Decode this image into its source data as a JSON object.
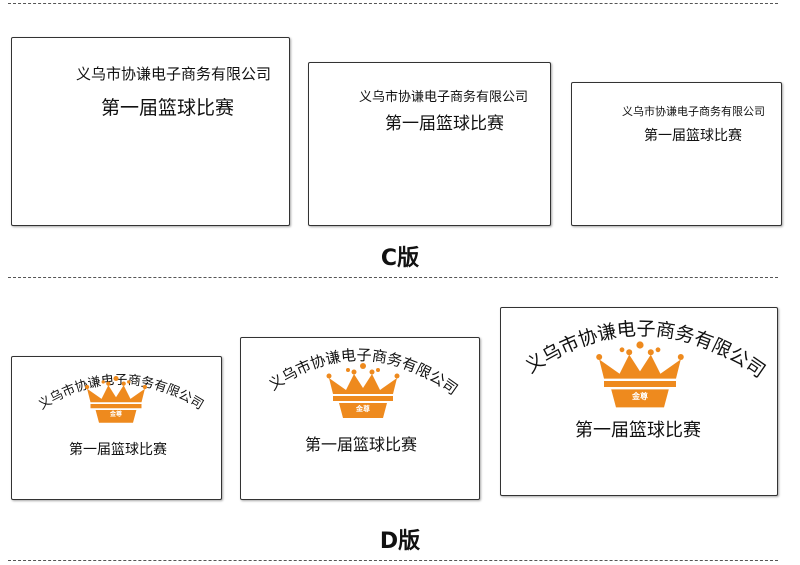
{
  "company": "义乌市协谦电子商务有限公司",
  "event": "第一届篮球比赛",
  "versions": {
    "c": "C版",
    "d": "D版"
  },
  "crown_label": "金尊",
  "colors": {
    "crown_orange": "#ee8a1e",
    "border": "#333333",
    "dash": "#555555"
  },
  "icons": [
    "crown-icon"
  ]
}
